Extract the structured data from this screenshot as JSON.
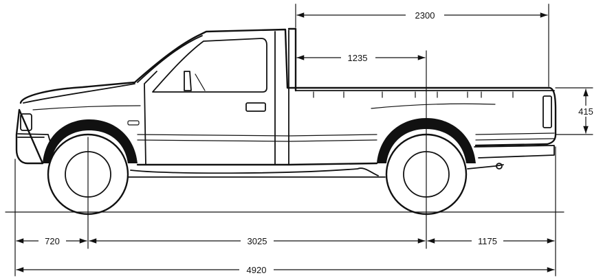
{
  "dimensions": {
    "bed_length": "2300",
    "cab_to_axle": "1235",
    "bed_height": "415",
    "front_overhang": "720",
    "wheelbase": "3025",
    "rear_overhang": "1175",
    "overall_length": "4920"
  },
  "colors": {
    "line": "#111111",
    "background": "#ffffff"
  }
}
